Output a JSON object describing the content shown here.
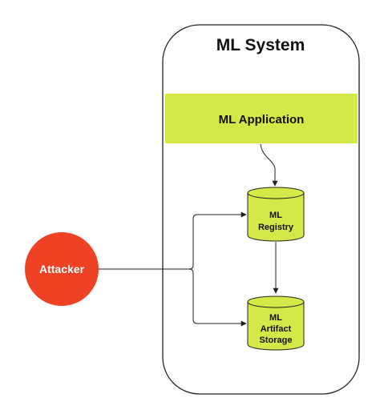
{
  "system": {
    "title": "ML System"
  },
  "application": {
    "label": "ML Application"
  },
  "registry": {
    "line1": "ML",
    "line2": "Registry"
  },
  "storage": {
    "line1": "ML",
    "line2": "Artifact",
    "line3": "Storage"
  },
  "attacker": {
    "label": "Attacker"
  },
  "colors": {
    "component_fill": "#d4e848",
    "attacker_fill": "#ef4123",
    "stroke": "#222222"
  }
}
